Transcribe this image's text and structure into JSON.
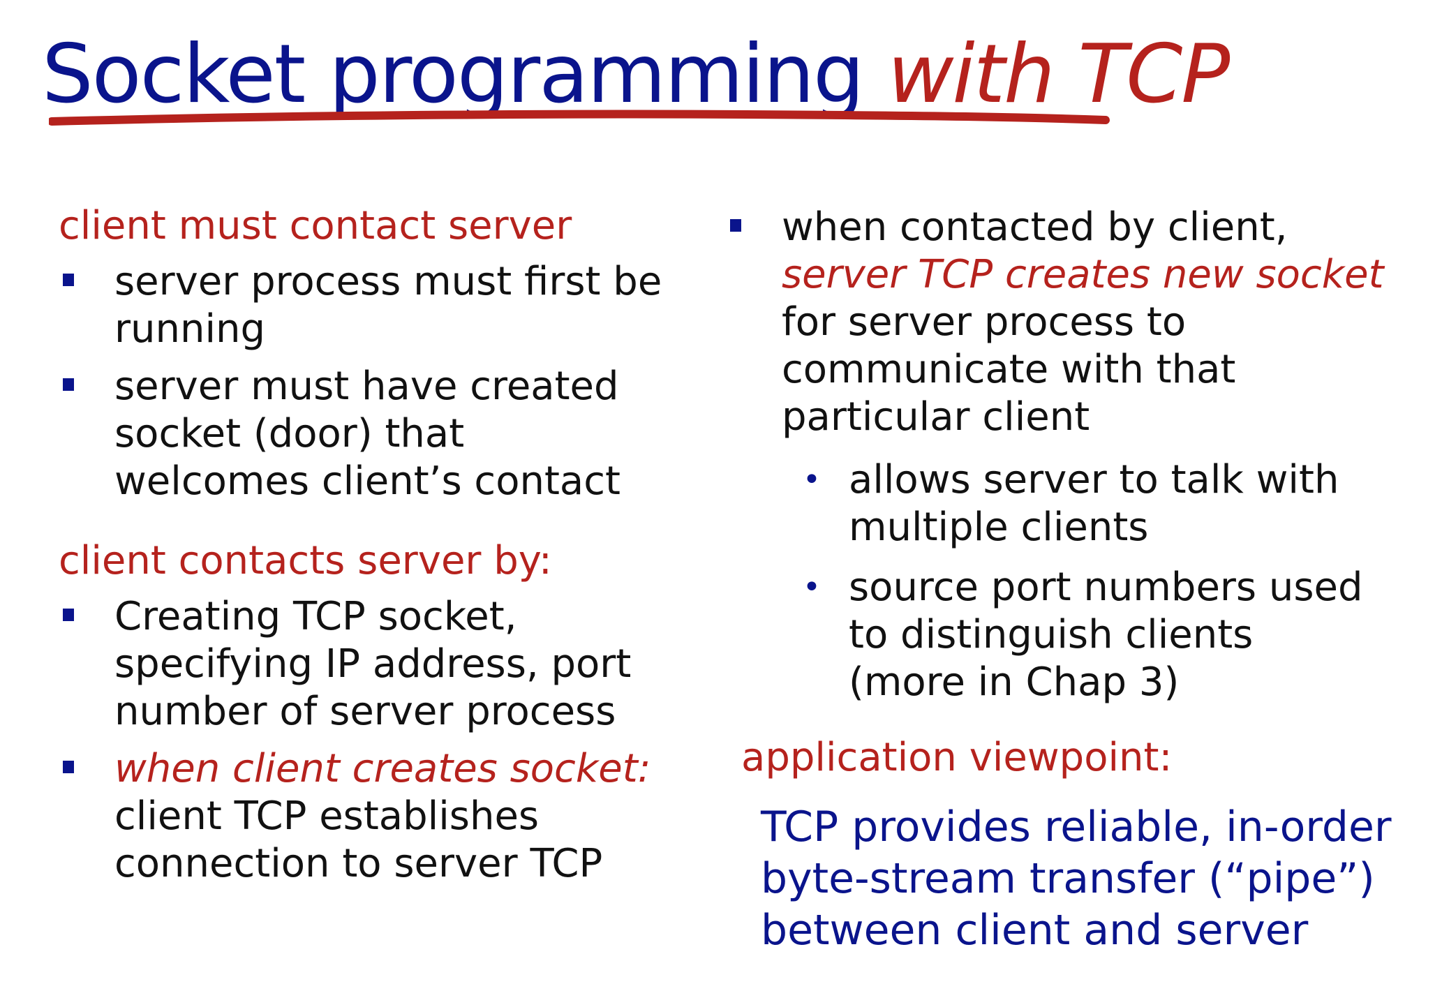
{
  "title": {
    "main": "Socket programming ",
    "accent": "with TCP"
  },
  "left": {
    "heading1": "client must contact server",
    "items1": [
      [
        "server process must first be",
        "running"
      ],
      [
        "server must have created",
        "socket (door) that",
        "welcomes client’s contact"
      ]
    ],
    "heading2": "client contacts server by:",
    "items2": {
      "item1": [
        "Creating TCP socket,",
        "specifying IP address, port",
        "number of server process"
      ],
      "item2_accent": "when client creates socket:",
      "item2_rest": [
        "client TCP establishes",
        "connection to server TCP"
      ]
    }
  },
  "right": {
    "item": {
      "line1": "when contacted by client,",
      "accent": "server TCP creates new socket",
      "rest": [
        "for server process to",
        "communicate with that",
        "particular client"
      ]
    },
    "sub_items": [
      [
        "allows server to talk with",
        "multiple clients"
      ],
      [
        "source port numbers used",
        "to distinguish clients",
        "(more in Chap 3)"
      ]
    ],
    "bullet_glyph": "•"
  },
  "viewpoint": {
    "heading": "application viewpoint:",
    "body": [
      "TCP provides reliable, in-order",
      "byte-stream transfer (“pipe”)",
      "between client and server"
    ]
  },
  "colors": {
    "navy": "#0a148c",
    "red": "#b5221d",
    "text": "#111111"
  }
}
